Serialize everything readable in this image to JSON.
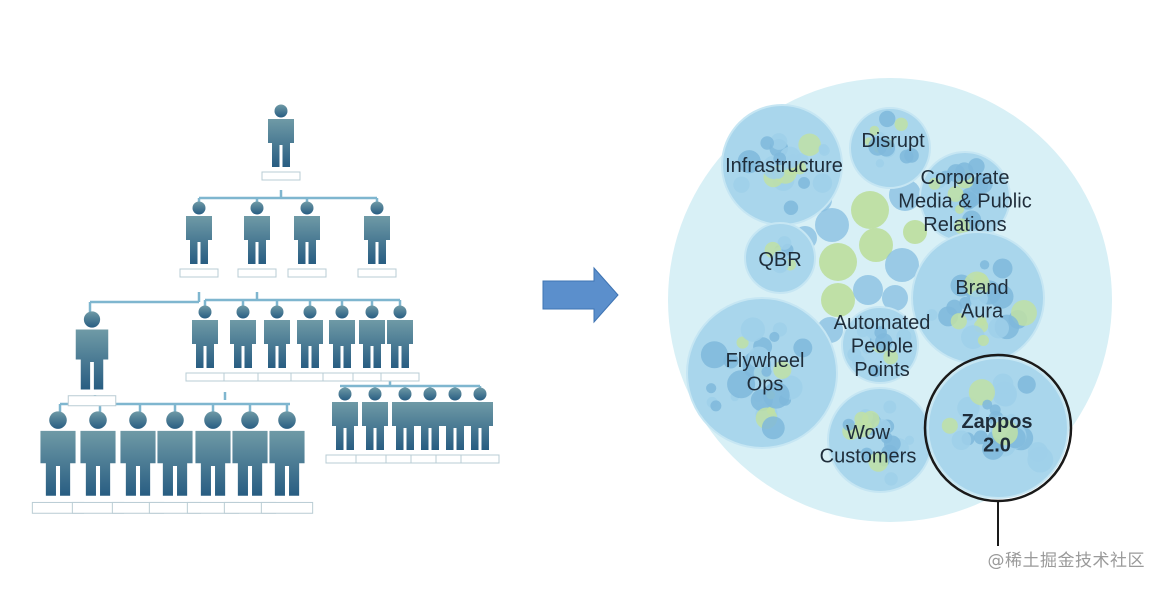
{
  "colors": {
    "connector": "#7fb6cf",
    "person_top": "#6f9aa6",
    "person_bottom": "#285d82",
    "arrow": "#5b8fcc",
    "outer_circle": "#d8f0f6",
    "team_circle": "#a9d6ec",
    "team_circle_dark": "#7fb8dc",
    "small_circle": "#86bde0",
    "green_circle": "#bfe0a6",
    "highlight_ring": "#1a1a1a",
    "label": "#1f2d3a"
  },
  "left_diagram": {
    "title": "",
    "icons": {
      "person": "person-icon",
      "nameplate": "nameplate-icon"
    }
  },
  "arrow": {
    "icon": "right-arrow-icon",
    "direction": "right"
  },
  "right_diagram": {
    "circles": [
      {
        "id": "infrastructure",
        "lines": [
          "Infrastructure"
        ]
      },
      {
        "id": "disrupt",
        "lines": [
          "Disrupt"
        ]
      },
      {
        "id": "corporate",
        "lines": [
          "Corporate",
          "Media & Public",
          "Relations"
        ]
      },
      {
        "id": "qbr",
        "lines": [
          "QBR"
        ]
      },
      {
        "id": "brand",
        "lines": [
          "Brand",
          "Aura"
        ]
      },
      {
        "id": "automated",
        "lines": [
          "Automated",
          "People",
          "Points"
        ]
      },
      {
        "id": "flywheel",
        "lines": [
          "Flywheel",
          "Ops"
        ]
      },
      {
        "id": "wow",
        "lines": [
          "Wow",
          "Customers"
        ]
      },
      {
        "id": "zappos",
        "lines": [
          "Zappos",
          "2.0"
        ],
        "highlighted": true
      }
    ]
  },
  "watermark": "@稀土掘金技术社区"
}
